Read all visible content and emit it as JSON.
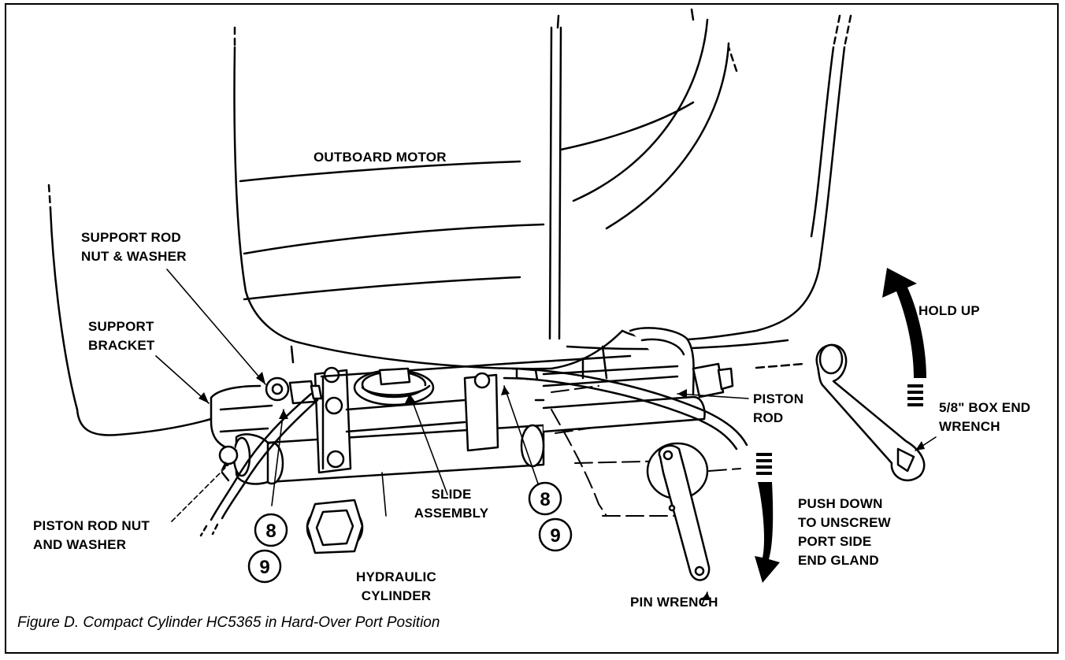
{
  "figure": {
    "caption": "Figure D. Compact Cylinder HC5365 in Hard-Over Port Position"
  },
  "labels": {
    "outboard_motor": "OUTBOARD MOTOR",
    "support_rod_nut_washer": [
      "SUPPORT ROD",
      "NUT & WASHER"
    ],
    "support_bracket": [
      "SUPPORT",
      "BRACKET"
    ],
    "piston_rod_nut_washer": [
      "PISTON ROD NUT",
      "AND WASHER"
    ],
    "hydraulic_cylinder": [
      "HYDRAULIC",
      "CYLINDER"
    ],
    "slide_assembly": [
      "SLIDE",
      "ASSEMBLY"
    ],
    "piston_rod": [
      "PISTON",
      "ROD"
    ],
    "hold_up": "HOLD UP",
    "box_end_wrench": [
      "5/8\" BOX END",
      "WRENCH"
    ],
    "push_down": [
      "PUSH DOWN",
      "TO UNSCREW",
      "PORT SIDE",
      "END GLAND"
    ],
    "pin_wrench": "PIN WRENCH"
  },
  "callouts": {
    "left_top": "8",
    "left_bottom": "9",
    "right_top": "8",
    "right_bottom": "9"
  }
}
